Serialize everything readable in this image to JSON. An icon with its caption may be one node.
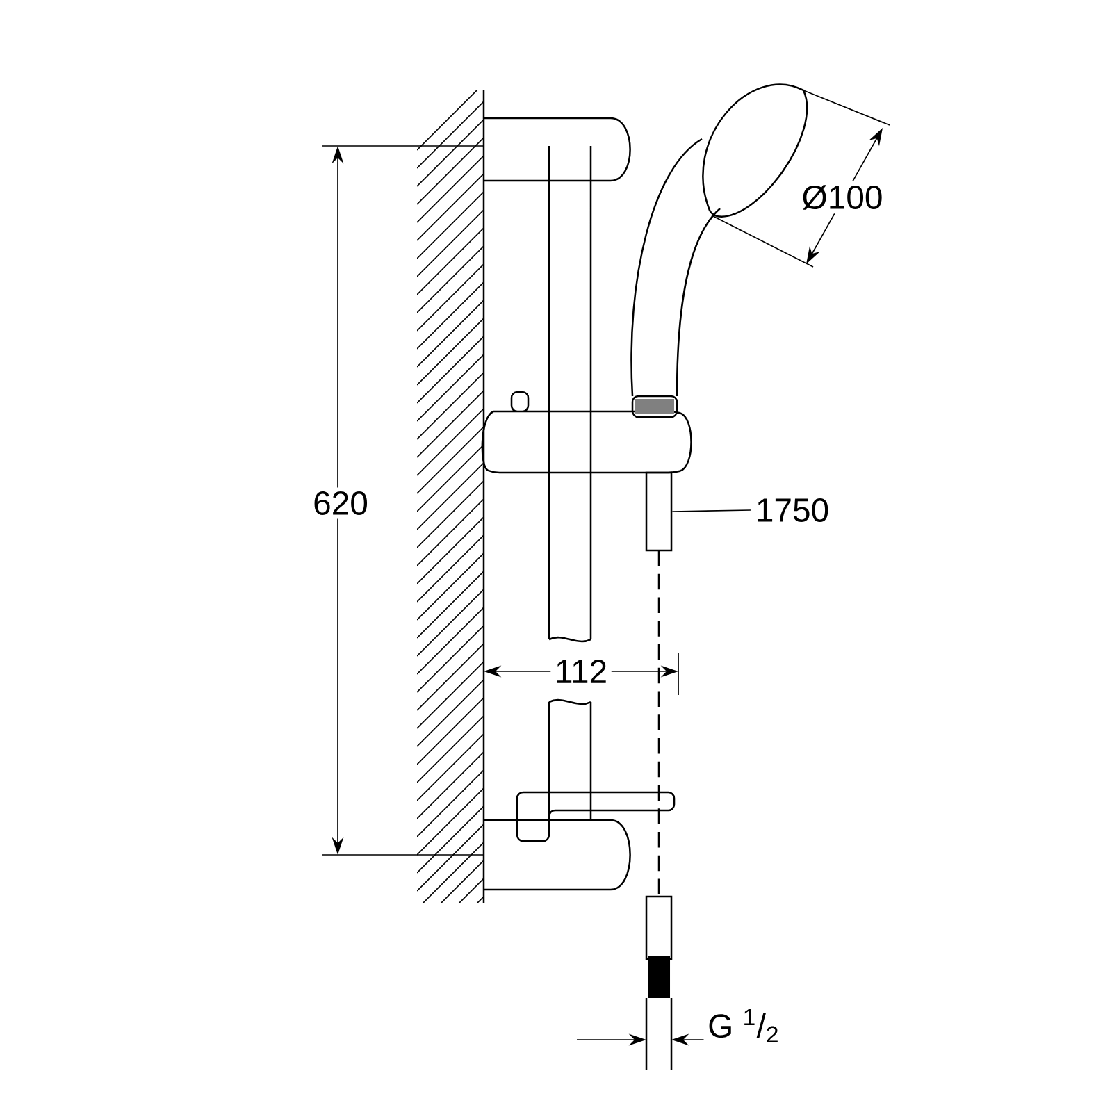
{
  "diagram": {
    "nodes": [
      {
        "text": [
          "1750"
        ]
      },
      {
        "text": [],
        "shape": "picture"
      }
    ],
    "edges": [
      {
        "from": 0,
        "to": 1,
        "arrow": "none"
      }
    ],
    "labels": [
      "Ø100",
      "620",
      "112",
      "G $^{1}$/$_{2}$"
    ]
  }
}
